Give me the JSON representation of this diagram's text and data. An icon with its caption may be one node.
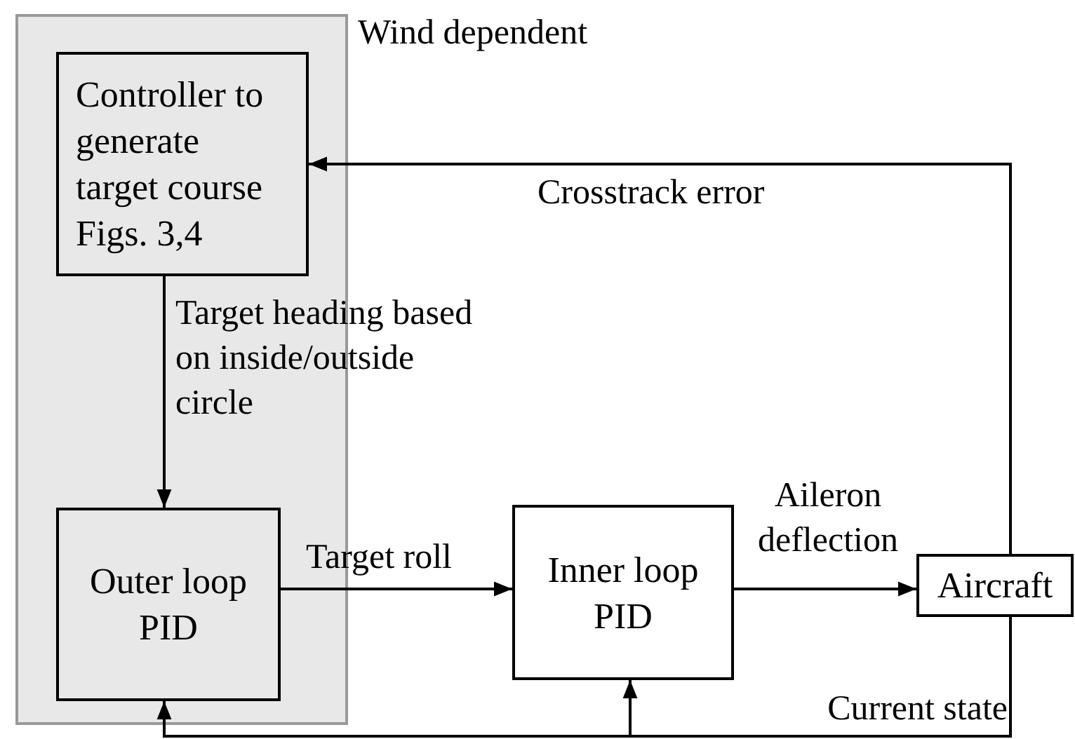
{
  "diagram": {
    "nodes": [
      {
        "text": [
          "Wind dependent"
        ]
      },
      {
        "text": [
          "Controller to generate target course Figs. 3,4"
        ],
        "in": 0
      },
      {
        "text": [
          "Outer loop PID"
        ],
        "in": 0
      },
      {
        "text": [
          "Inner loop PID"
        ]
      },
      {
        "text": [
          "Aircraft"
        ]
      }
    ],
    "edges": [
      {
        "from": 1,
        "to": 2,
        "arrow": "to",
        "label": "Target heading based on inside/outside circle"
      },
      {
        "from": 2,
        "to": 3,
        "arrow": "to",
        "label": "Target roll"
      },
      {
        "from": 3,
        "to": 4,
        "arrow": "to",
        "label": "Aileron deflection"
      },
      {
        "from": 4,
        "to": 1,
        "arrow": "to",
        "label": "Crosstrack error"
      },
      {
        "from": 4,
        "to": 2,
        "arrow": "to",
        "label": "Current state"
      },
      {
        "from": 4,
        "to": 3,
        "arrow": "to"
      }
    ]
  }
}
